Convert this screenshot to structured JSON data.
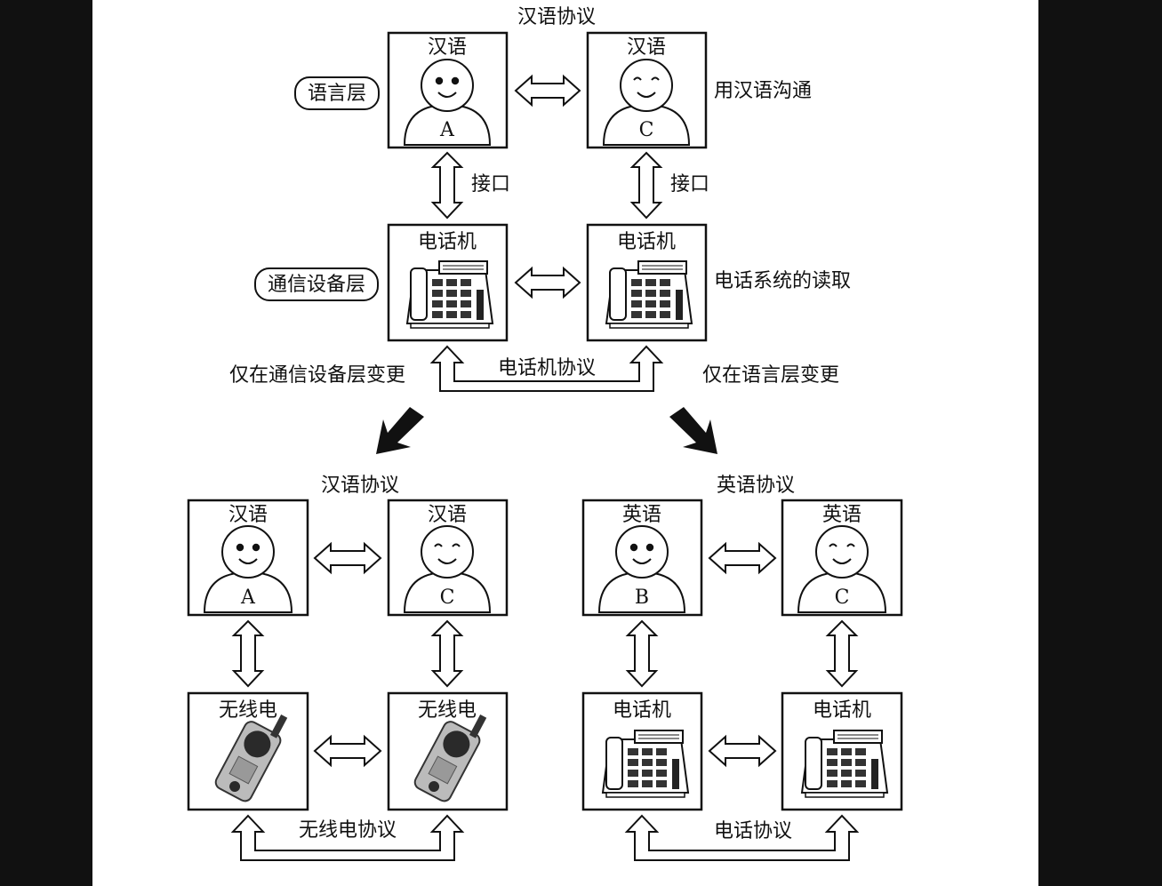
{
  "top": {
    "protocol_label": "汉语协议",
    "language_layer_label": "语言层",
    "device_layer_label": "通信设备层",
    "right_comm_note": "用汉语沟通",
    "right_phone_note": "电话系统的读取",
    "interface_label": "接口",
    "phone_protocol_label": "电话机协议",
    "person_a": {
      "title": "汉语",
      "letter": "A"
    },
    "person_c": {
      "title": "汉语",
      "letter": "C"
    },
    "phone_left": {
      "title": "电话机"
    },
    "phone_right": {
      "title": "电话机"
    }
  },
  "change_left": "仅在通信设备层变更",
  "change_right": "仅在语言层变更",
  "bottom_left": {
    "protocol_label": "汉语协议",
    "person_a": {
      "title": "汉语",
      "letter": "A"
    },
    "person_c": {
      "title": "汉语",
      "letter": "C"
    },
    "radio_left": {
      "title": "无线电"
    },
    "radio_right": {
      "title": "无线电"
    },
    "radio_protocol_label": "无线电协议"
  },
  "bottom_right": {
    "protocol_label": "英语协议",
    "person_b": {
      "title": "英语",
      "letter": "B"
    },
    "person_c": {
      "title": "英语",
      "letter": "C"
    },
    "phone_left": {
      "title": "电话机"
    },
    "phone_right": {
      "title": "电话机"
    },
    "phone_protocol_label": "电话协议"
  },
  "colors": {
    "page": "#ffffff",
    "outside": "#111111",
    "ink": "#111111",
    "figure_fill": "#ffffff"
  }
}
